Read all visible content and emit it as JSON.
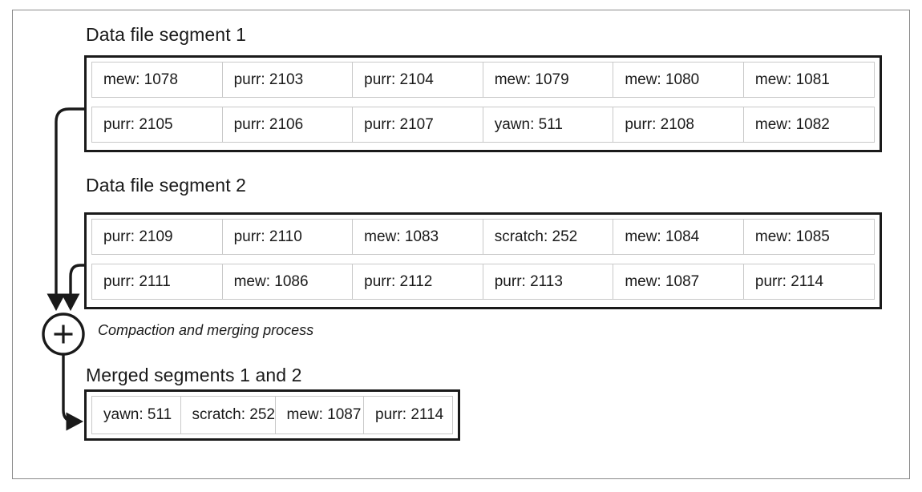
{
  "diagram": {
    "segments": [
      {
        "title": "Data file segment 1",
        "rows": [
          [
            "mew: 1078",
            "purr: 2103",
            "purr: 2104",
            "mew: 1079",
            "mew: 1080",
            "mew: 1081"
          ],
          [
            "purr: 2105",
            "purr: 2106",
            "purr: 2107",
            "yawn: 511",
            "purr: 2108",
            "mew: 1082"
          ]
        ]
      },
      {
        "title": "Data file segment 2",
        "rows": [
          [
            "purr: 2109",
            "purr: 2110",
            "mew: 1083",
            "scratch: 252",
            "mew: 1084",
            "mew: 1085"
          ],
          [
            "purr: 2111",
            "mew: 1086",
            "purr: 2112",
            "purr: 2113",
            "mew: 1087",
            "purr: 2114"
          ]
        ]
      }
    ],
    "process": {
      "node_symbol": "+",
      "label": "Compaction and merging process"
    },
    "merged": {
      "title": "Merged segments 1 and 2",
      "rows": [
        [
          "yawn: 511",
          "scratch: 252",
          "mew: 1087",
          "purr: 2114"
        ]
      ]
    },
    "colors": {
      "frame": "#8b8b8b",
      "box_border": "#1a1a1a",
      "cell_border": "#c9c9c9",
      "text": "#1a1a1a",
      "background": "#ffffff"
    }
  }
}
